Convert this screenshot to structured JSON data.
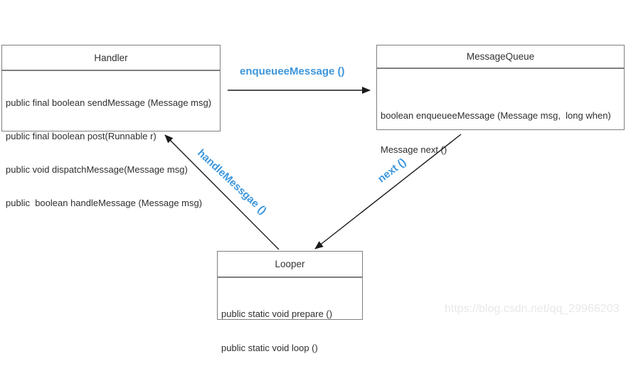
{
  "diagram": {
    "classes": {
      "handler": {
        "name": "Handler",
        "members": [
          "public final boolean sendMessage (Message msg)",
          "public final boolean post(Runnable r)",
          "public void dispatchMessage(Message msg)",
          "public  boolean handleMessage (Message msg)"
        ]
      },
      "messagequeue": {
        "name": "MessageQueue",
        "members": [
          "boolean enqueueeMessage (Message msg,  long when)",
          "Message next ()"
        ]
      },
      "looper": {
        "name": "Looper",
        "members": [
          "public static void prepare ()",
          "public static void loop ()"
        ]
      }
    },
    "arrows": {
      "enqueue": {
        "label": "enqueueeMessage ()",
        "from": "Handler",
        "to": "MessageQueue"
      },
      "handle": {
        "label": "handleMessgae ()",
        "from": "Looper",
        "to": "Handler"
      },
      "next": {
        "label": "next ()",
        "from": "MessageQueue",
        "to": "Looper"
      }
    },
    "colors": {
      "label_blue": "#3d96dc",
      "box_border": "#7f7f7f",
      "arrow_black": "#1a1a1a",
      "watermark_gray": "#e8e8e8"
    }
  },
  "watermark": "https://blog.csdn.net/qq_29966203"
}
